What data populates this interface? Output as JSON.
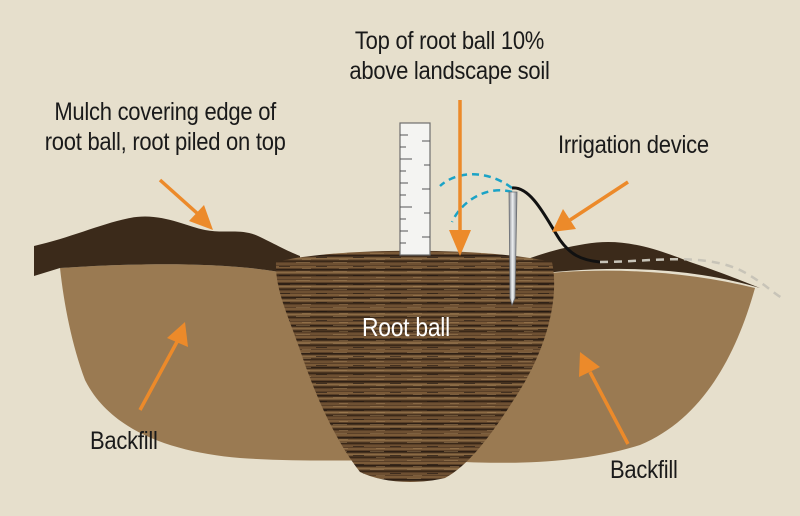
{
  "labels": {
    "top_root_ball": [
      "Top of root ball 10%",
      "above landscape soil"
    ],
    "mulch": [
      "Mulch covering edge of",
      "root ball, root piled on top"
    ],
    "irrigation": "Irrigation device",
    "root_ball": "Root ball",
    "backfill_left": "Backfill",
    "backfill_right": "Backfill"
  },
  "colors": {
    "background": "#e6dfcc",
    "mulch": "#3b2a1a",
    "backfill": "#9a7a52",
    "root_ball": "#5a4028",
    "arrow": "#ec8a2a",
    "irrigation_spray": "#1ba3c6",
    "stake": "#c9ccd0"
  },
  "icons": [
    "measuring-stake-icon",
    "irrigation-stake-icon",
    "water-spray-icon"
  ]
}
